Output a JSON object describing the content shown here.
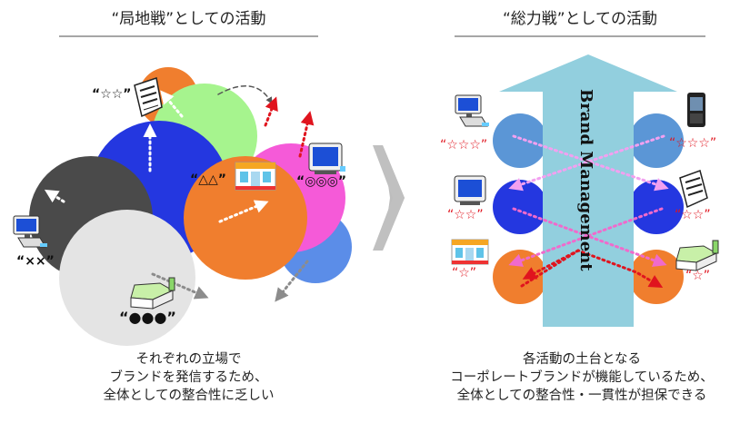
{
  "left": {
    "title": "“局地戦”としての活動",
    "caption": [
      "それぞれの立場で",
      "ブランドを発信するため、",
      "全体としての整合性に乏しい"
    ],
    "labels": {
      "stars": "“☆☆”",
      "triangles": "“△△”",
      "circles": "“◎◎◎”",
      "crosses": "“××”",
      "dots": "“●●●”"
    }
  },
  "right": {
    "title": "“総力戦”としての活動",
    "arrow_text": "Brand Management",
    "caption": [
      "各活動の土台となる",
      "コーポレートブランドが機能しているため、",
      "全体としての整合性・一貫性が担保できる"
    ],
    "labels": {
      "l1": "“☆☆☆”",
      "l2": "“☆☆”",
      "l3": "“☆”",
      "r1": "“☆☆☆”",
      "r2": "“☆☆”",
      "r3": "“☆”"
    }
  },
  "colors": {
    "orange": "#f07e2e",
    "green": "#a6f48e",
    "blue": "#2437e0",
    "darkgray": "#4a4a4a",
    "lightgray": "#e4e4e4",
    "magenta": "#f55ad8",
    "lightblue": "#5b8de8",
    "steelblue": "#5b96d6",
    "arrow": "#92cfde",
    "chevron": "#bdbdbd"
  },
  "icons": [
    "computer-icon",
    "newspaper-icon",
    "shop-icon",
    "tv-icon",
    "factory-icon",
    "mobile-phone-icon"
  ]
}
